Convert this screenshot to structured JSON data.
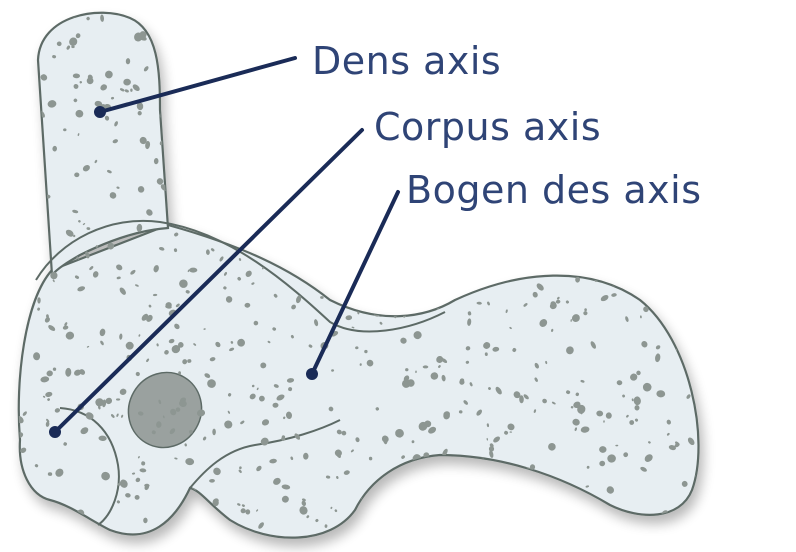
{
  "colors": {
    "bone_fill": "#e7eef2",
    "bone_outline": "#5d6b66",
    "speckle": "#8d9692",
    "foramen": "#9aa19f",
    "leader": "#1a2b57",
    "label_text": "#2f4476"
  },
  "labels": {
    "dens": "Dens axis",
    "corpus": "Corpus axis",
    "bogen": "Bogen des axis"
  }
}
